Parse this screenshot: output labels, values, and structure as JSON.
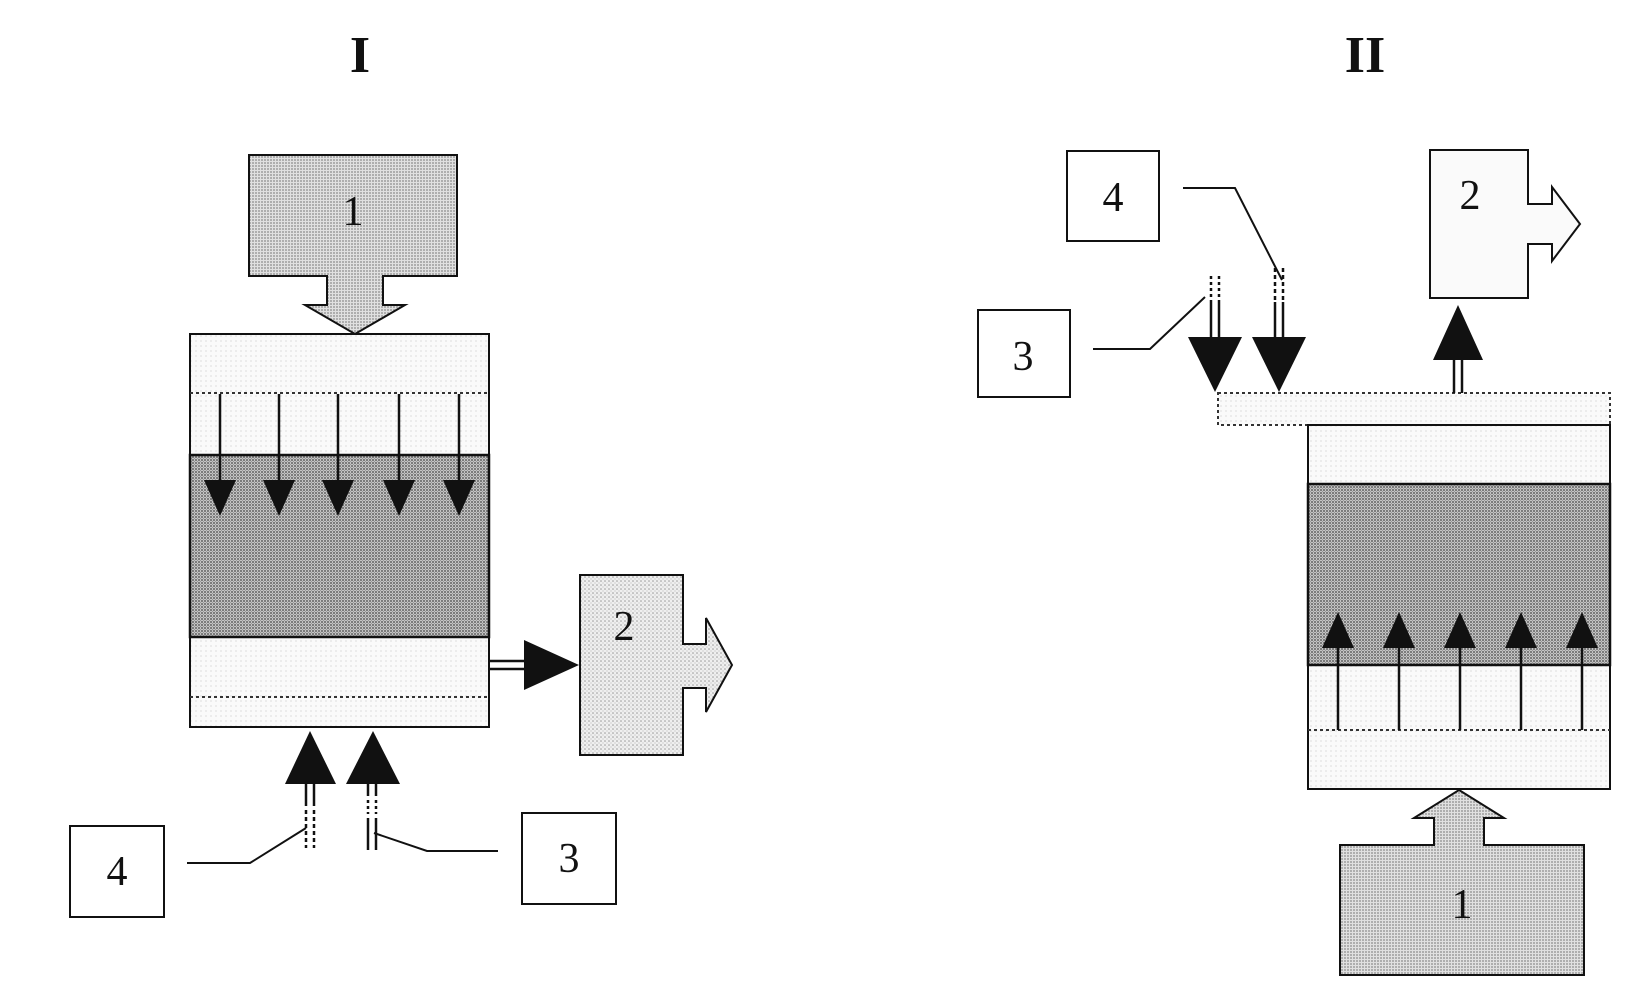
{
  "panels": [
    {
      "title": "I",
      "box_1": "1",
      "box_2": "2",
      "box_3": "3",
      "box_4": "4"
    },
    {
      "title": "II",
      "box_1": "1",
      "box_2": "2",
      "box_3": "3",
      "box_4": "4"
    }
  ],
  "colors": {
    "line": "#111111",
    "stipple_light": "#d9d9d9",
    "stipple_dark": "#a8a8a8",
    "background": "#ffffff"
  }
}
